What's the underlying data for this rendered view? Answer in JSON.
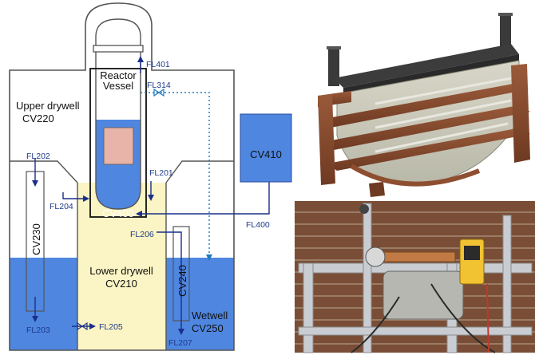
{
  "diagram": {
    "volumes": {
      "upper_drywell": [
        "Upper drywell",
        "CV220"
      ],
      "reactor_vessel": [
        "Reactor",
        "Vessel"
      ],
      "rv_lower": "CV400",
      "cv410": "CV410",
      "cv230": "CV230",
      "lower_drywell": [
        "Lower drywell",
        "CV210"
      ],
      "cv240": "CV240",
      "wetwell": [
        "Wetwell",
        "CV250"
      ]
    },
    "flow_paths": {
      "fl401": "FL401",
      "fl314": "FL314",
      "fl202": "FL202",
      "fl201": "FL201",
      "fl204": "FL204",
      "fl400": "FL400",
      "fl206": "FL206",
      "fl203": "FL203",
      "fl205": "FL205",
      "fl207": "FL207"
    }
  },
  "colors": {
    "water_blue": "#4f86e0",
    "lower_drywell_fill": "#fbf4c4",
    "core_fill": "#e8b3a8",
    "arrow_navy": "#1a2f8a",
    "wire_blue": "#1d7bc1",
    "wall_gray": "#555555"
  }
}
